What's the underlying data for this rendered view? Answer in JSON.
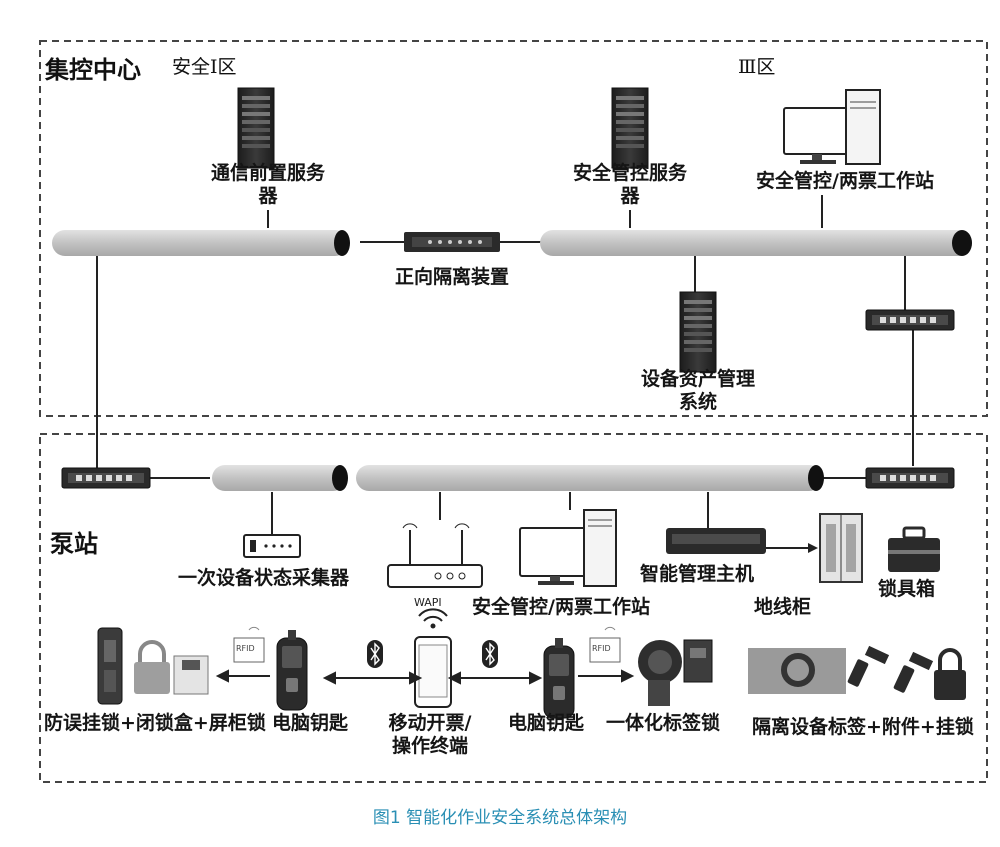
{
  "zones": {
    "control_center": {
      "title": "集控中心",
      "safety_zone_1": "安全Ⅰ区",
      "zone_3": "Ⅲ区"
    },
    "pump_station": {
      "title": "泵站"
    }
  },
  "nodes": {
    "comm_front_server": {
      "line1": "通信前置服务",
      "line2": "器"
    },
    "forward_isolation": "正向隔离装置",
    "safety_control_server": {
      "line1": "安全管控服务",
      "line2": "器"
    },
    "safety_ticket_workstation_top": "安全管控/两票工作站",
    "asset_management": {
      "line1": "设备资产管理",
      "line2": "系统"
    },
    "primary_collector": "一次设备状态采集器",
    "safety_ticket_workstation_bottom": "安全管控/两票工作站",
    "smart_host": "智能管理主机",
    "earth_wire_cabinet": "地线柜",
    "lock_box": "锁具箱",
    "anti_misoperation": "防误挂锁+闭锁盒+屏柜锁",
    "computer_key_left": "电脑钥匙",
    "mobile_terminal": {
      "line1": "移动开票/",
      "line2": "操作终端"
    },
    "computer_key_right": "电脑钥匙",
    "integrated_tag_lock": "一体化标签锁",
    "isolation_tag": "隔离设备标签+附件+挂锁"
  },
  "icons": {
    "wapi": "WAPI",
    "rfid": "RFID",
    "bluetooth": "bluetooth-icon"
  },
  "caption": "图1 智能化作业安全系统总体架构",
  "colors": {
    "caption": "#2a8fb4",
    "bus": "#c4c4c4",
    "device": "#2b2b2b"
  }
}
